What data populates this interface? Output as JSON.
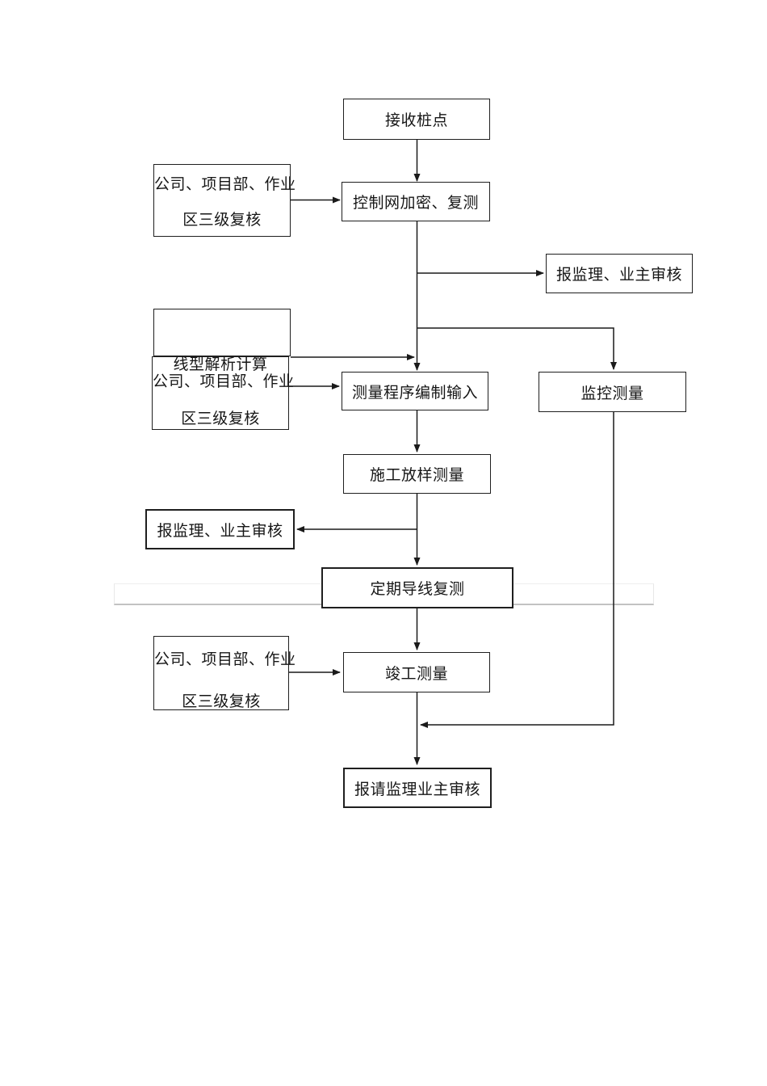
{
  "flowchart": {
    "nodes": {
      "receive": {
        "label": "接收桩点"
      },
      "control_net": {
        "label": "控制网加密、复测"
      },
      "report_review_right": {
        "label": "报监理、业主审核"
      },
      "program_input": {
        "label": "测量程序编制输入"
      },
      "monitoring": {
        "label": "监控测量"
      },
      "setting_out": {
        "label": "施工放样测量"
      },
      "report_review_left": {
        "label": "报监理、业主审核"
      },
      "periodic_traverse": {
        "label": "定期导线复测"
      },
      "completion": {
        "label": "竣工测量"
      },
      "final_report": {
        "label": "报请监理业主审核"
      }
    },
    "side_nodes": {
      "review_top": {
        "line1": "公司、项目部、作业",
        "line2": "区三级复核"
      },
      "line_analysis_review": {
        "line1": "线型解析计算",
        "line2": "公司、项目部、作业",
        "line3": "区三级复核"
      },
      "review_bottom": {
        "line1": "公司、项目部、作业",
        "line2": "区三级复核"
      }
    },
    "colors": {
      "connector": "#1a1a1a",
      "box_border": "#1f1f1f",
      "text": "#161616",
      "divider_light": "#eeeeee",
      "divider_dark": "#c2c2c2",
      "page_background": "#ffffff"
    }
  }
}
